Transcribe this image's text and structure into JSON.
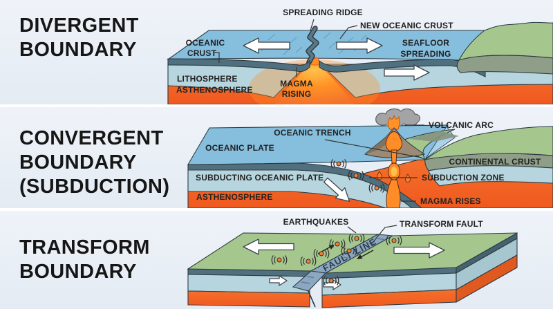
{
  "colors": {
    "panel_bg": "#e9eef5",
    "title_text": "#161616",
    "label_text": "#222222",
    "ocean_blue": "#86bedd",
    "ocean_light_blue": "#a9d3e8",
    "oceanic_crust_dark": "#51707f",
    "lithosphere_blue": "#b7d5de",
    "asthenosphere_orange": "#f4702b",
    "magma_bright": "#ff9226",
    "land_green": "#a5c78e",
    "continental_gray_green": "#8f9e88",
    "fault_strip_blue": "#8ba7c2",
    "volcano_brown": "#9c8a74",
    "smoke_gray": "#a3a4a6",
    "earthquake_dot": "#f57f2e",
    "arrow_white": "#ffffff",
    "outline_dark": "#2c3a42"
  },
  "panels": {
    "divergent": {
      "title_lines": [
        "DIVERGENT",
        "BOUNDARY"
      ],
      "labels": {
        "spreading_ridge": "SPREADING RIDGE",
        "new_oceanic_crust": "NEW OCEANIC CRUST",
        "oceanic_crust": [
          "OCEANIC",
          "CRUST"
        ],
        "seafloor_spreading": [
          "SEAFLOOR",
          "SPREADING"
        ],
        "lithosphere": "LITHOSPHERE",
        "asthenosphere": "ASTHENOSPHERE",
        "magma_rising": [
          "MAGMA",
          "RISING"
        ]
      }
    },
    "convergent": {
      "title_lines": [
        "CONVERGENT",
        "BOUNDARY",
        "(SUBDUCTION)"
      ],
      "labels": {
        "oceanic_trench": "OCEANIC TRENCH",
        "volcanic_arc": "VOLCANIC ARC",
        "oceanic_plate": "OCEANIC PLATE",
        "continental_crust": "CONTINENTAL CRUST",
        "subducting_oceanic_plate": "SUBDUCTING OCEANIC PLATE",
        "subduction_zone": "SUBDUCTION ZONE",
        "asthenosphere": "ASTHENOSPHERE",
        "magma_rises": "MAGMA RISES"
      }
    },
    "transform": {
      "title_lines": [
        "TRANSFORM",
        "BOUNDARY"
      ],
      "labels": {
        "earthquakes": "EARTHQUAKES",
        "transform_fault": "TRANSFORM FAULT",
        "fault_line": "FAULT LINE"
      }
    }
  }
}
